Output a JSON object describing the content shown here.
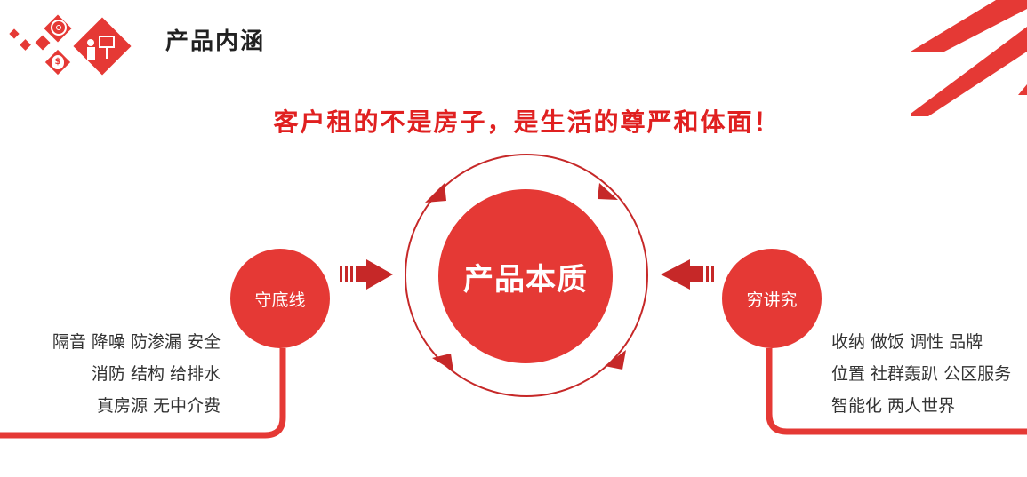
{
  "header": {
    "title": "产品内涵",
    "icons": [
      "target-icon",
      "money-bag-icon",
      "presenter-icon"
    ]
  },
  "slogan": "客户租的不是房子，是生活的尊严和体面！",
  "center": {
    "label": "产品本质"
  },
  "left": {
    "label": "守底线",
    "lines": [
      "隔音 降噪 防渗漏 安全",
      "消防 结构 给排水",
      "真房源 无中介费"
    ]
  },
  "right": {
    "label": "穷讲究",
    "lines": [
      "收纳 做饭 调性 品牌",
      "位置 社群轰趴 公区服务",
      "智能化 两人世界"
    ]
  },
  "colors": {
    "accent": "#e53935",
    "dark_red": "#c62828",
    "pink": "#ef7b7b",
    "text": "#333333"
  }
}
